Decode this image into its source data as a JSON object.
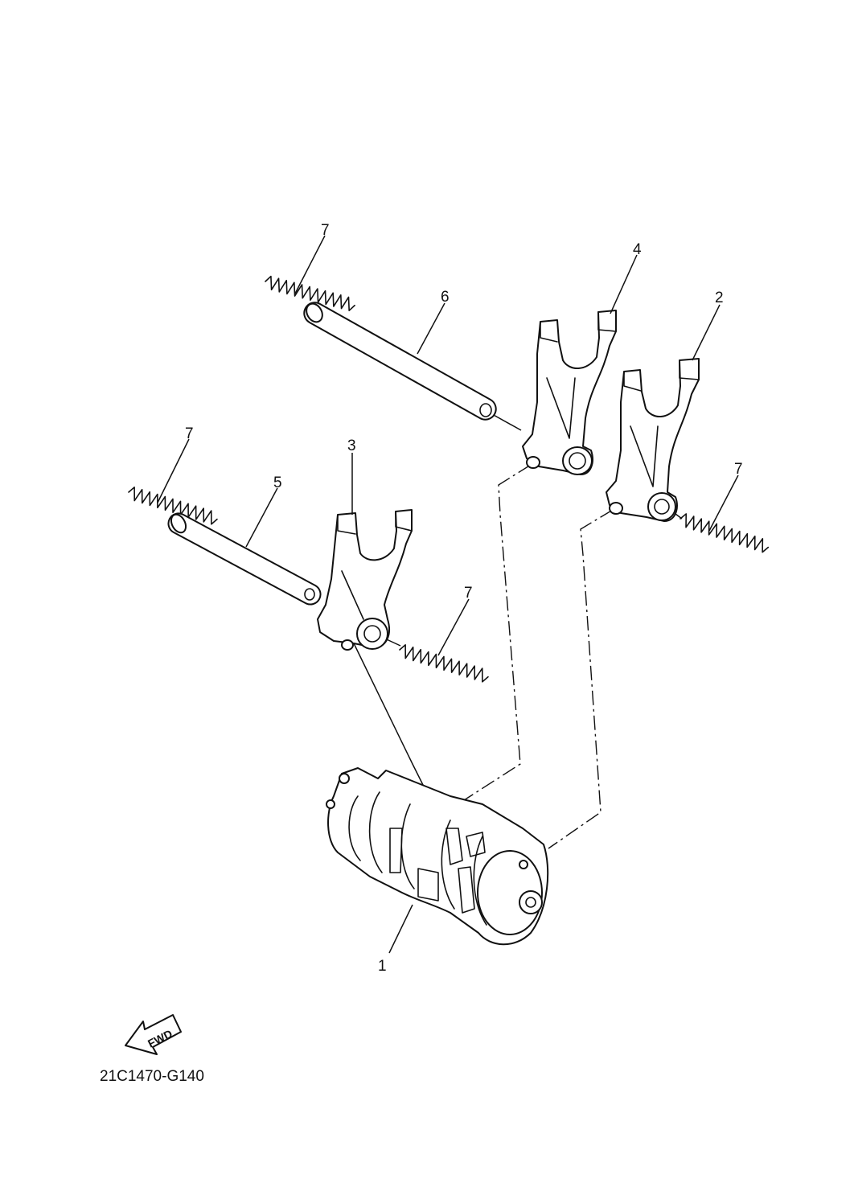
{
  "diagram": {
    "drawing_code": "21C1470-G140",
    "fwd_label": "FWD",
    "callouts": {
      "drum": "1",
      "fork_right": "2",
      "fork_left": "3",
      "fork_upper": "4",
      "rod_lower": "5",
      "rod_upper": "6",
      "spring_upper_left": "7",
      "spring_lower_left": "7",
      "spring_middle": "7",
      "spring_right": "7"
    }
  }
}
